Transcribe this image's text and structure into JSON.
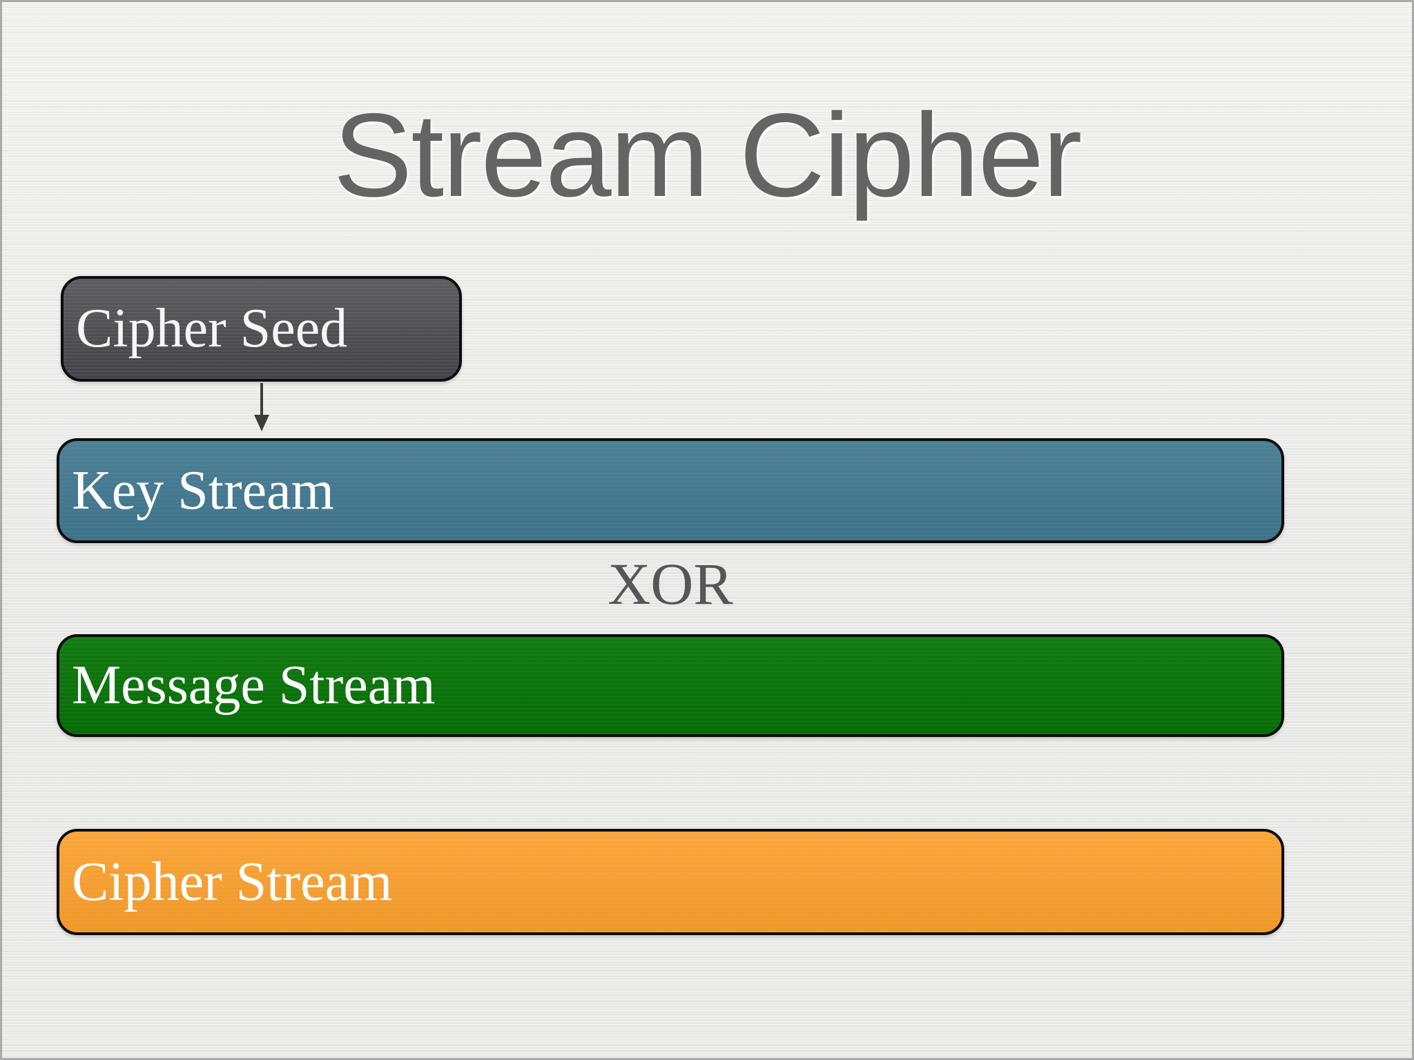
{
  "slide": {
    "title": "Stream Cipher",
    "seed_box": {
      "label": "Cipher Seed",
      "fill": "#4a4a4f",
      "text_color": "#f6f6f6"
    },
    "arrow_icon": "down-arrow-icon",
    "bars": [
      {
        "label": "Key Stream",
        "fill": "#417890",
        "text_color": "#ffffff"
      },
      {
        "label": "Message Stream",
        "fill": "#057205",
        "text_color": "#ffffff"
      },
      {
        "label": "Cipher Stream",
        "fill": "#fba02e",
        "text_color": "#ffffff"
      }
    ],
    "xor_label": "XOR",
    "colors": {
      "background": "#eaeae8",
      "frame": "#a9a9a9",
      "outline": "#0d0d0d",
      "title_text": "#646464",
      "xor_text": "#565658",
      "arrow": "#3c3c3c"
    }
  }
}
